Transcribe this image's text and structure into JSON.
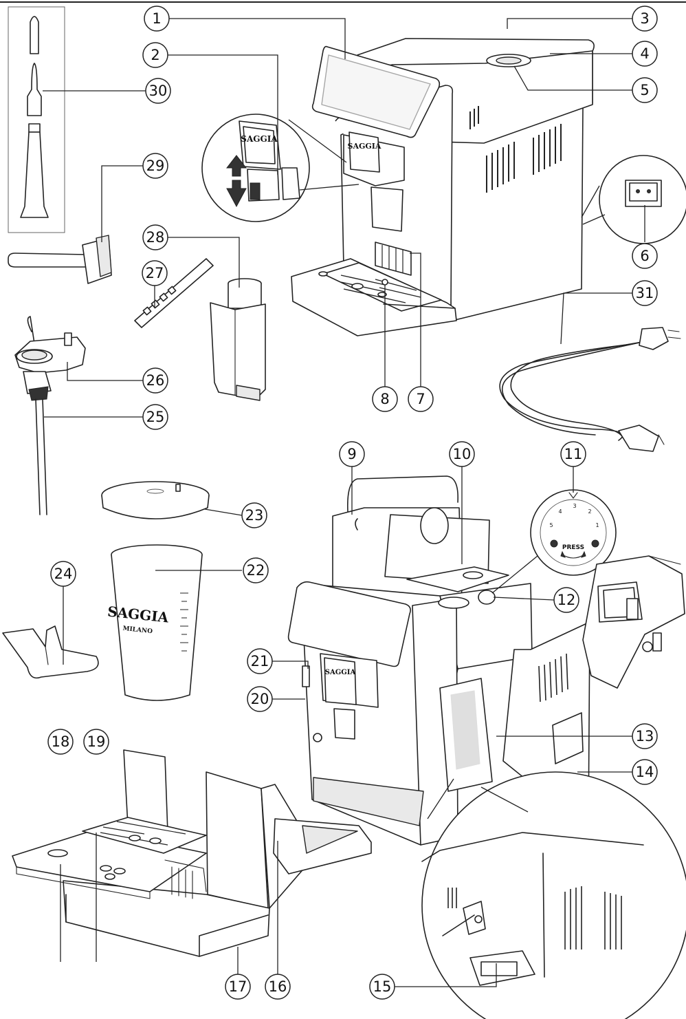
{
  "callouts": [
    {
      "id": "1",
      "label": "1"
    },
    {
      "id": "2",
      "label": "2"
    },
    {
      "id": "3",
      "label": "3"
    },
    {
      "id": "4",
      "label": "4"
    },
    {
      "id": "5",
      "label": "5"
    },
    {
      "id": "6",
      "label": "6"
    },
    {
      "id": "7",
      "label": "7"
    },
    {
      "id": "8",
      "label": "8"
    },
    {
      "id": "9",
      "label": "9"
    },
    {
      "id": "10",
      "label": "10"
    },
    {
      "id": "11",
      "label": "11"
    },
    {
      "id": "12",
      "label": "12"
    },
    {
      "id": "13",
      "label": "13"
    },
    {
      "id": "14",
      "label": "14"
    },
    {
      "id": "15",
      "label": "15"
    },
    {
      "id": "16",
      "label": "16"
    },
    {
      "id": "17",
      "label": "17"
    },
    {
      "id": "18",
      "label": "18"
    },
    {
      "id": "19",
      "label": "19"
    },
    {
      "id": "20",
      "label": "20"
    },
    {
      "id": "21",
      "label": "21"
    },
    {
      "id": "22",
      "label": "22"
    },
    {
      "id": "23",
      "label": "23"
    },
    {
      "id": "24",
      "label": "24"
    },
    {
      "id": "25",
      "label": "25"
    },
    {
      "id": "26",
      "label": "26"
    },
    {
      "id": "27",
      "label": "27"
    },
    {
      "id": "28",
      "label": "28"
    },
    {
      "id": "29",
      "label": "29"
    },
    {
      "id": "30",
      "label": "30"
    },
    {
      "id": "31",
      "label": "31"
    }
  ],
  "brand": {
    "logo": "SAGGIA",
    "model": "MILANO"
  },
  "knob": {
    "press": "PRESS",
    "marks": [
      "1",
      "2",
      "3",
      "4",
      "5"
    ]
  },
  "icons": [
    "arrow-up-down-icon",
    "power-socket-icon",
    "power-plug-icon"
  ]
}
